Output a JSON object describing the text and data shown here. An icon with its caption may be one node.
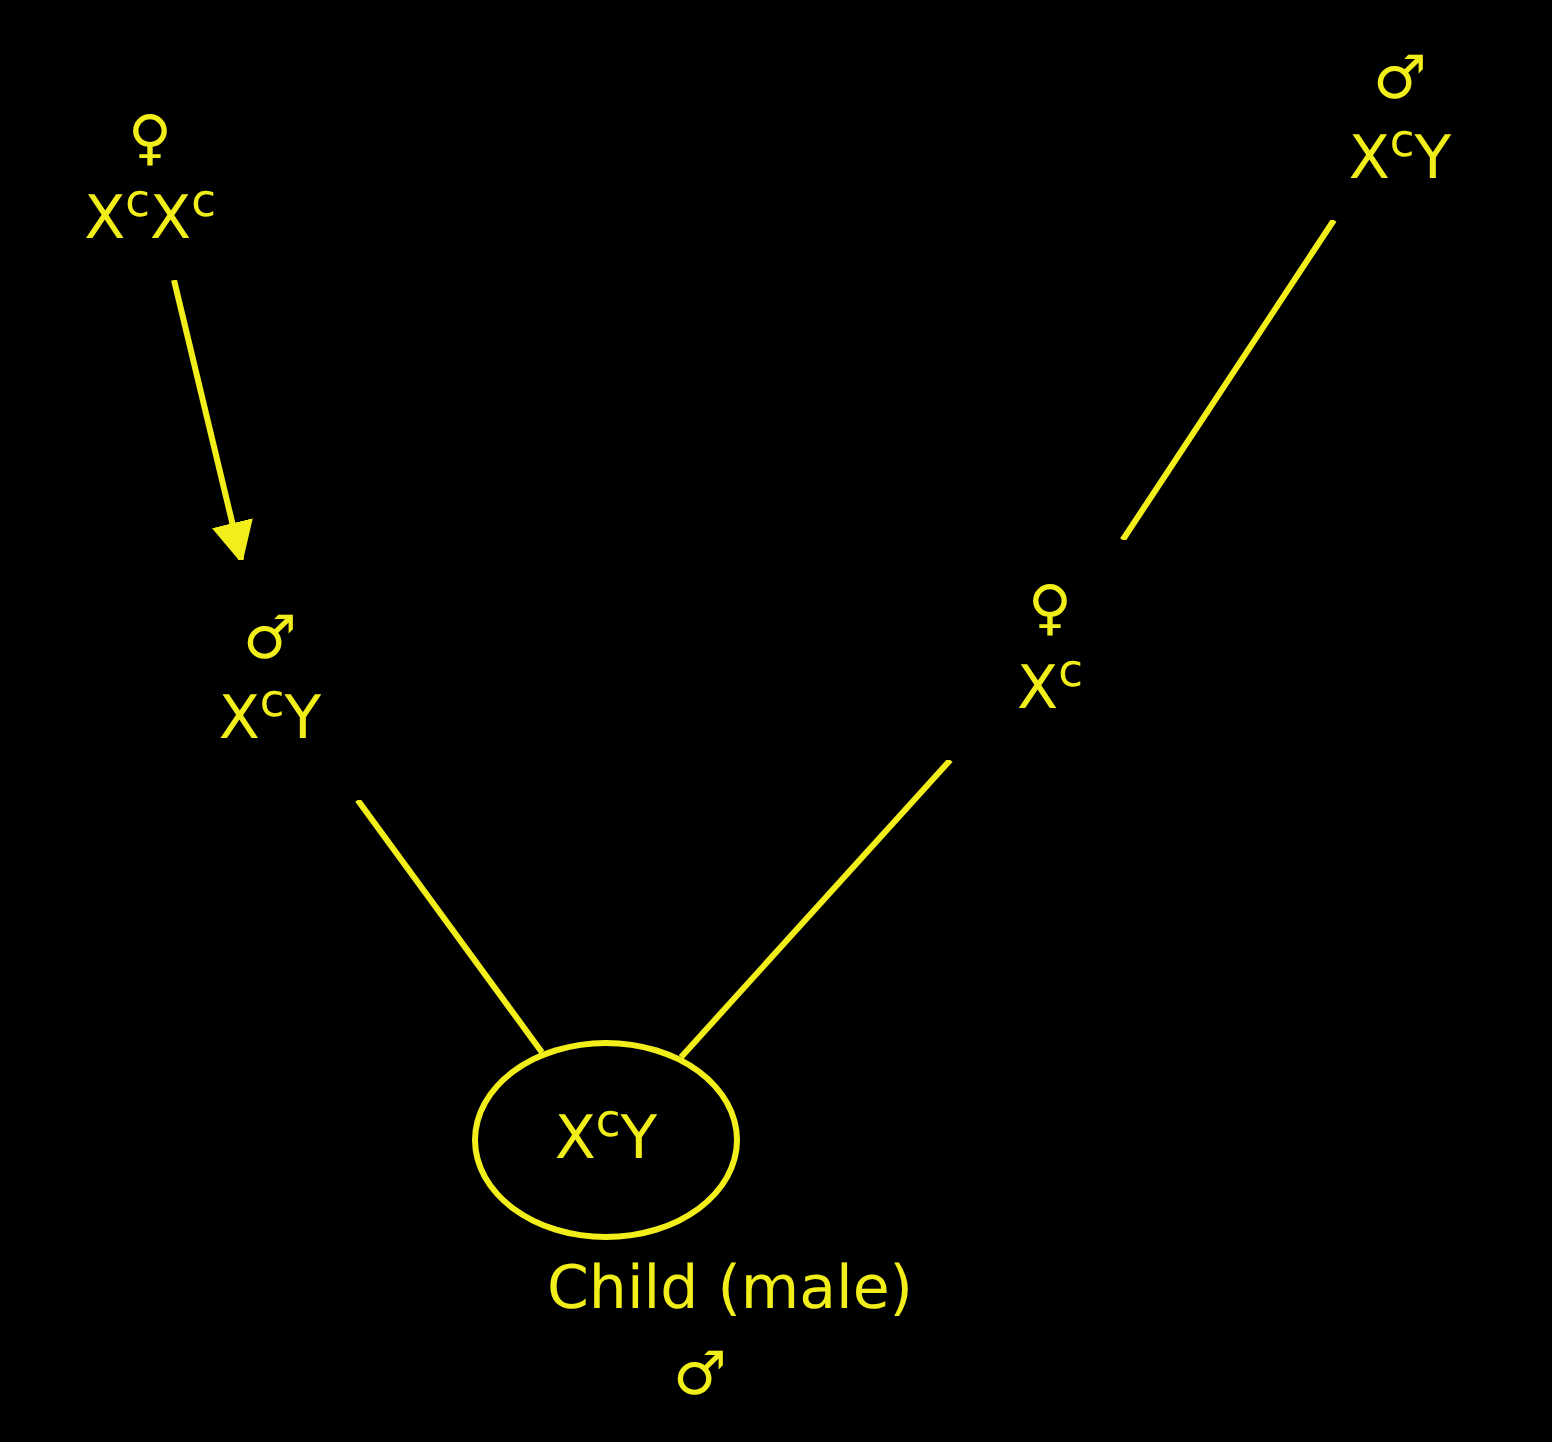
{
  "diagram": {
    "nodes": [
      {
        "text": [
          "♀",
          "X$^{c}$X$^{c}$"
        ]
      },
      {
        "text": [
          "♂",
          "X$^{c}$Y"
        ]
      },
      {
        "text": [
          "♂",
          "X$^{c}$Y"
        ]
      },
      {
        "text": [
          "♀",
          "X$^{c}$"
        ]
      },
      {
        "text": [
          "X$^{c}$Y"
        ],
        "beside": [
          "Child (male)",
          "♂"
        ]
      }
    ],
    "edges": [
      {
        "from": 0,
        "to": 2,
        "arrow": "to"
      },
      {
        "from": 1,
        "to": 3,
        "arrow": "none"
      },
      {
        "from": 2,
        "to": 4,
        "arrow": "none"
      },
      {
        "from": 3,
        "to": 4,
        "arrow": "none"
      }
    ]
  }
}
